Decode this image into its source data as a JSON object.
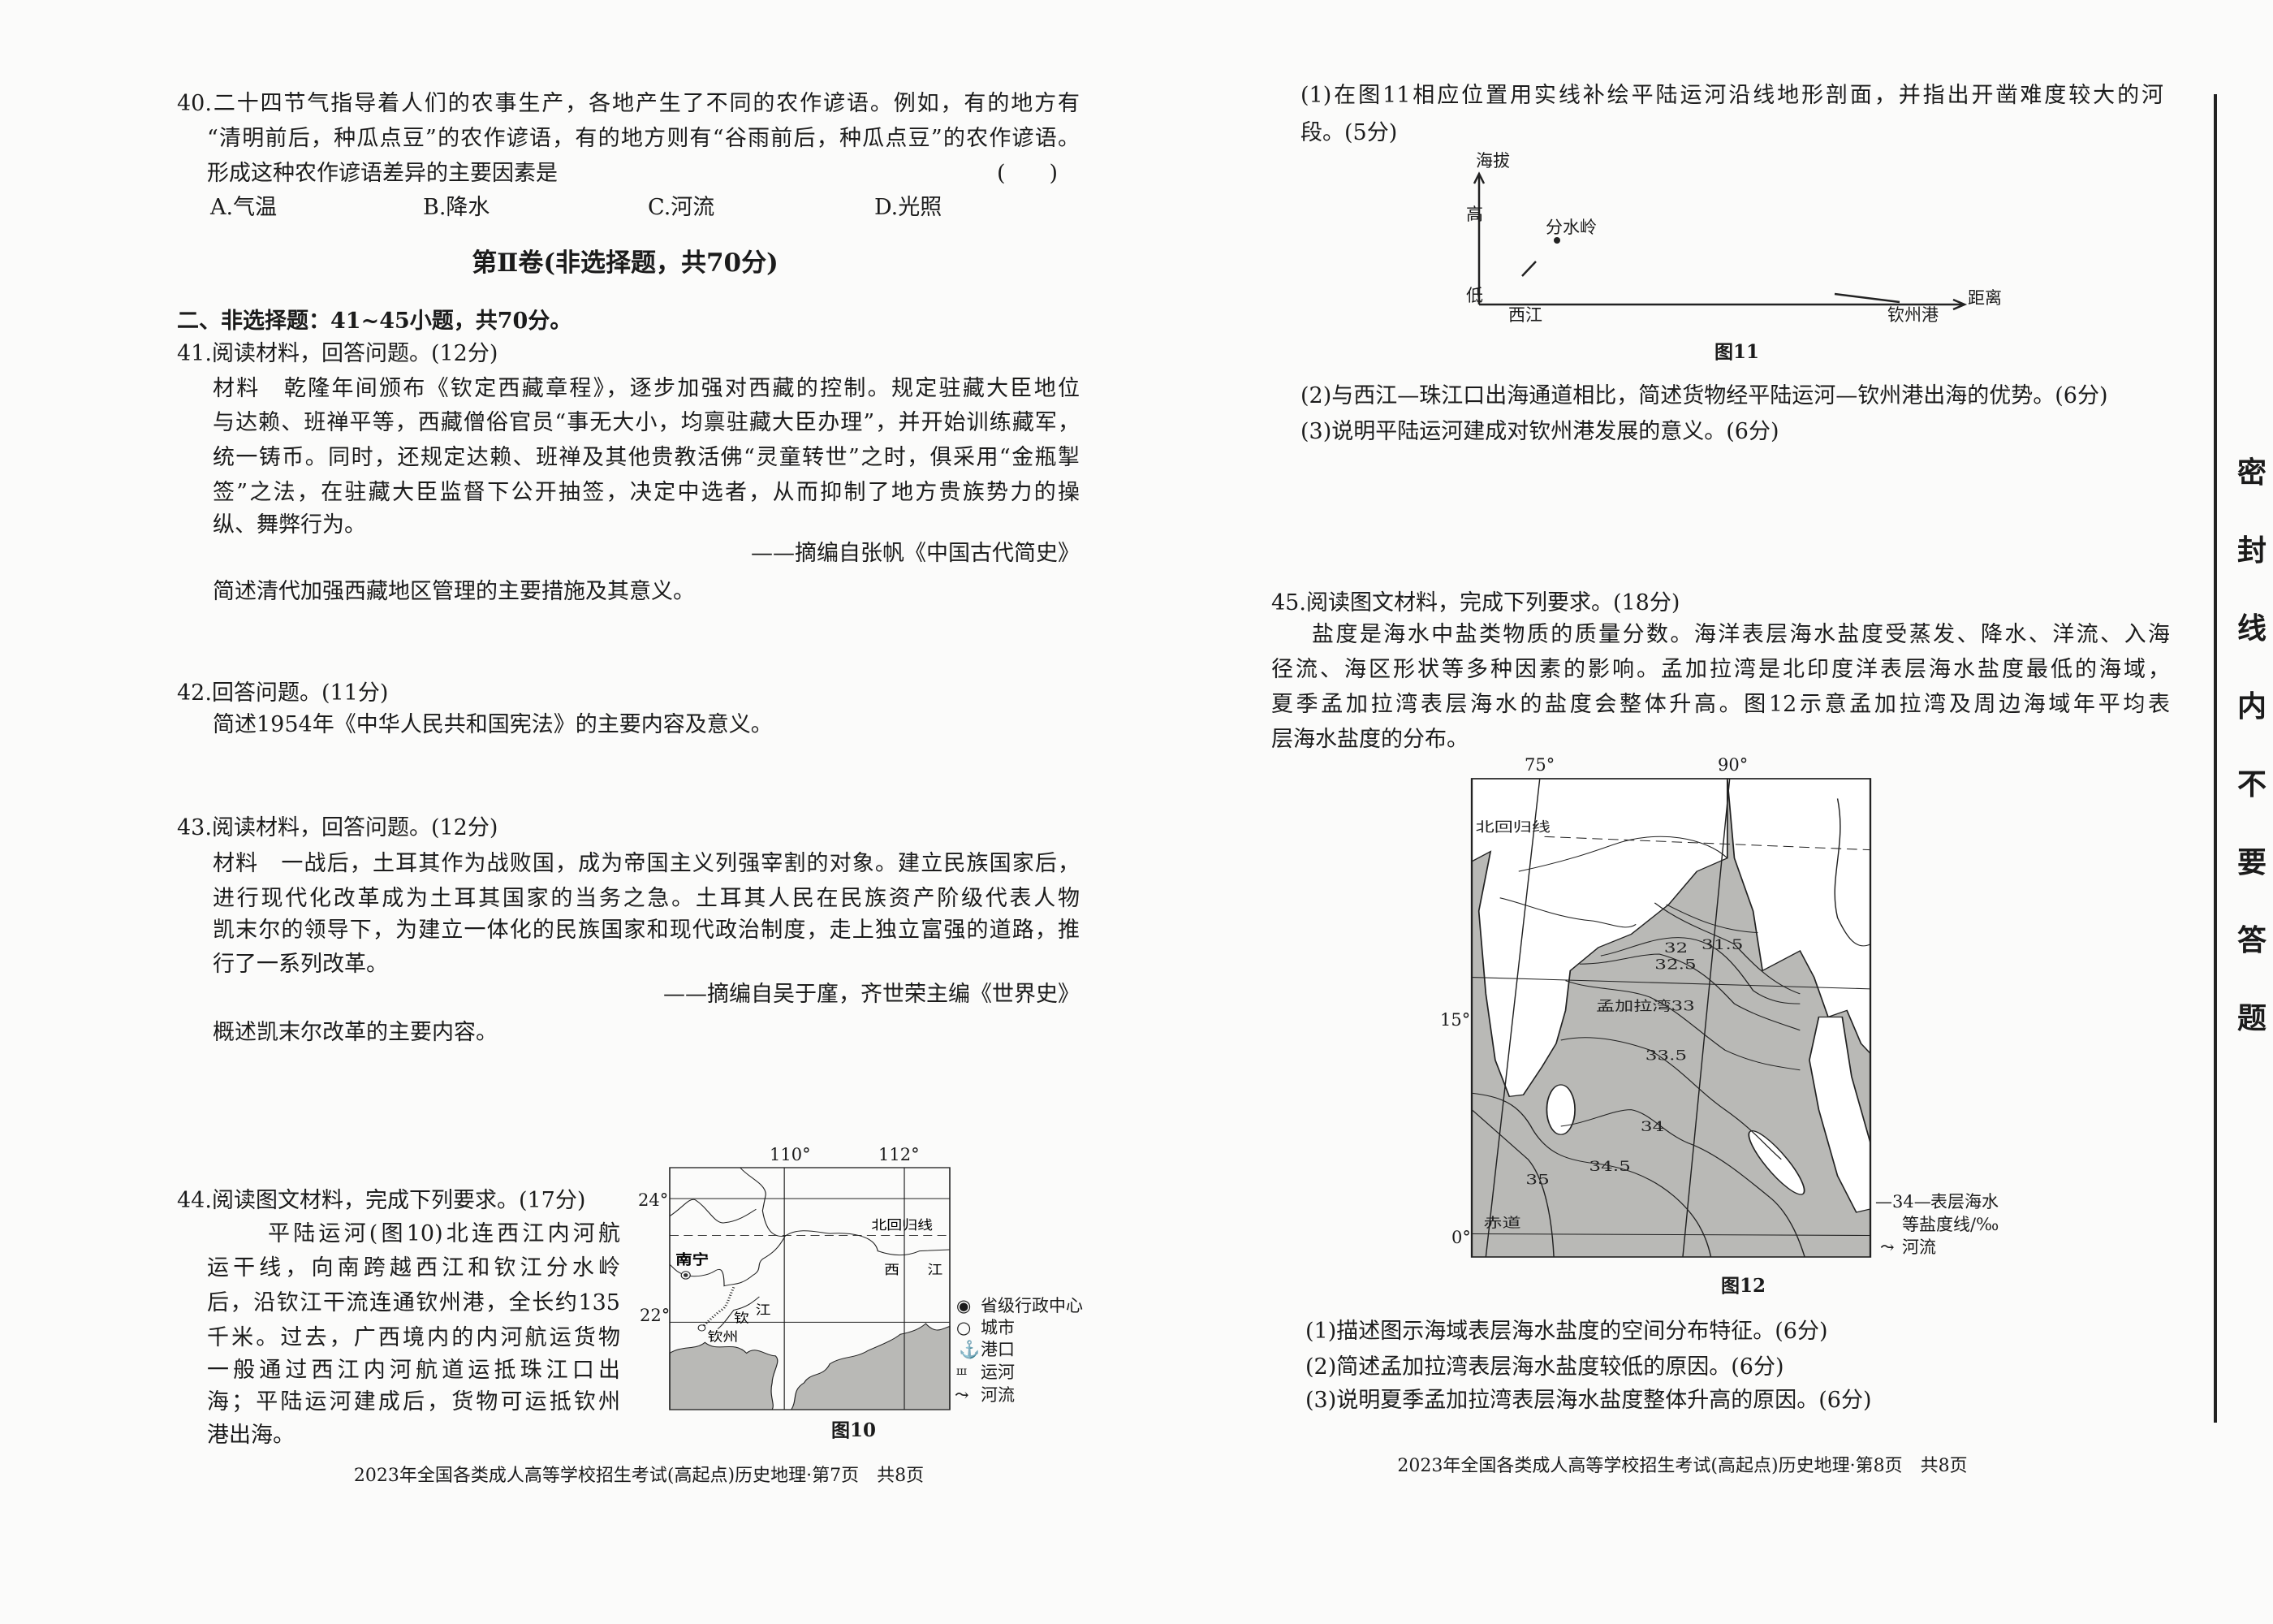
{
  "q40": {
    "lines": [
      "40.二十四节气指导着人们的农事生产，各地产生了不同的农作谚语。例如，有的地方有",
      "“清明前后，种瓜点豆”的农作谚语，有的地方则有“谷雨前后，种瓜点豆”的农作谚语。",
      "形成这种农作谚语差异的主要因素是"
    ],
    "bracket": "(　　)",
    "options": [
      "A.气温",
      "B.降水",
      "C.河流",
      "D.光照"
    ]
  },
  "section_title": "第Ⅱ卷(非选择题，共70分)",
  "section_intro": "二、非选择题：41~45小题，共70分。",
  "q41": {
    "head": "41.阅读材料，回答问题。(12分)",
    "material": [
      "材料　乾隆年间颁布《钦定西藏章程》，逐步加强对西藏的控制。规定驻藏大臣地位",
      "与达赖、班禅平等，西藏僧俗官员“事无大小，均禀驻藏大臣办理”，并开始训练藏军，",
      "统一铸币。同时，还规定达赖、班禅及其他贵教活佛“灵童转世”之时，俱采用“金瓶掣",
      "签”之法，在驻藏大臣监督下公开抽签，决定中选者，从而抑制了地方贵族势力的操",
      "纵、舞弊行为。"
    ],
    "source": "——摘编自张帆《中国古代简史》",
    "question": "简述清代加强西藏地区管理的主要措施及其意义。"
  },
  "q42": {
    "head": "42.回答问题。(11分)",
    "question": "简述1954年《中华人民共和国宪法》的主要内容及意义。"
  },
  "q43": {
    "head": "43.阅读材料，回答问题。(12分)",
    "material": [
      "材料　一战后，土耳其作为战败国，成为帝国主义列强宰割的对象。建立民族国家后，",
      "进行现代化改革成为土耳其国家的当务之急。土耳其人民在民族资产阶级代表人物",
      "凯末尔的领导下，为建立一体化的民族国家和现代政治制度，走上独立富强的道路，推",
      "行了一系列改革。"
    ],
    "source": "——摘编自吴于廑，齐世荣主编《世界史》",
    "question": "概述凯末尔改革的主要内容。"
  },
  "q44": {
    "head": "44.阅读图文材料，完成下列要求。(17分)",
    "lines": [
      "平陆运河(图10)北连西江内河航",
      "运干线，向南跨越西江和钦江分水岭",
      "后，沿钦江干流连通钦州港，全长约135",
      "千米。过去，广西境内的内河航运货物",
      "一般通过西江内河航道运抵珠江口出",
      "海；平陆运河建成后，货物可运抵钦州",
      "港出海。"
    ],
    "fig10": {
      "lon": [
        "110°",
        "112°"
      ],
      "lat": [
        "24°",
        "22°"
      ],
      "labels": {
        "nanning": "南宁",
        "qinzhou": "钦州",
        "qin1": "钦",
        "qin2": "江",
        "tropic": "北回归线",
        "xi": "西",
        "jiang": "江"
      },
      "legend": [
        "省级行政中心",
        "城市",
        "港口",
        "运河",
        "河流"
      ],
      "caption": "图10"
    },
    "q1": [
      "(1)在图11相应位置用实线补绘平陆运河沿线地形剖面，并指出开凿难度较大的河",
      "段。(5分)"
    ],
    "fig11": {
      "y_axis": "海拔",
      "high": "高",
      "low": "低",
      "divide": "分水岭",
      "start": "西江",
      "end": "钦州港",
      "x_axis": "距离",
      "caption": "图11"
    },
    "q2": "(2)与西江—珠江口出海通道相比，简述货物经平陆运河—钦州港出海的优势。(6分)",
    "q3": "(3)说明平陆运河建成对钦州港发展的意义。(6分)"
  },
  "q45": {
    "head": "45.阅读图文材料，完成下列要求。(18分)",
    "lines": [
      "盐度是海水中盐类物质的质量分数。海洋表层海水盐度受蒸发、降水、洋流、入海",
      "径流、海区形状等多种因素的影响。孟加拉湾是北印度洋表层海水盐度最低的海域，",
      "夏季孟加拉湾表层海水的盐度会整体升高。图12示意孟加拉湾及周边海域年平均表",
      "层海水盐度的分布。"
    ],
    "fig12": {
      "lon": [
        "75°",
        "90°"
      ],
      "lat": [
        "15°",
        "0°"
      ],
      "tropic": "北回归线",
      "equator": "赤道",
      "bay": "孟加拉湾",
      "isolines": [
        "31.5",
        "32",
        "32.5",
        "33",
        "33.5",
        "34",
        "34.5",
        "35"
      ],
      "legend_sym": "—34—",
      "legend": [
        "表层海水",
        "等盐度线/‰",
        "河流"
      ],
      "caption": "图12"
    },
    "questions": [
      "(1)描述图示海域表层海水盐度的空间分布特征。(6分)",
      "(2)简述孟加拉湾表层海水盐度较低的原因。(6分)",
      "(3)说明夏季孟加拉湾表层海水盐度整体升高的原因。(6分)"
    ]
  },
  "footer_left": "2023年全国各类成人高等学校招生考试(高起点)历史地理·第7页　共8页",
  "footer_right": "2023年全国各类成人高等学校招生考试(高起点)历史地理·第8页　共8页",
  "seal": [
    "密",
    "封",
    "线",
    "内",
    "不",
    "要",
    "答",
    "题"
  ],
  "colors": {
    "sea": "#b9b9b6",
    "ink": "#1b1b1b"
  }
}
